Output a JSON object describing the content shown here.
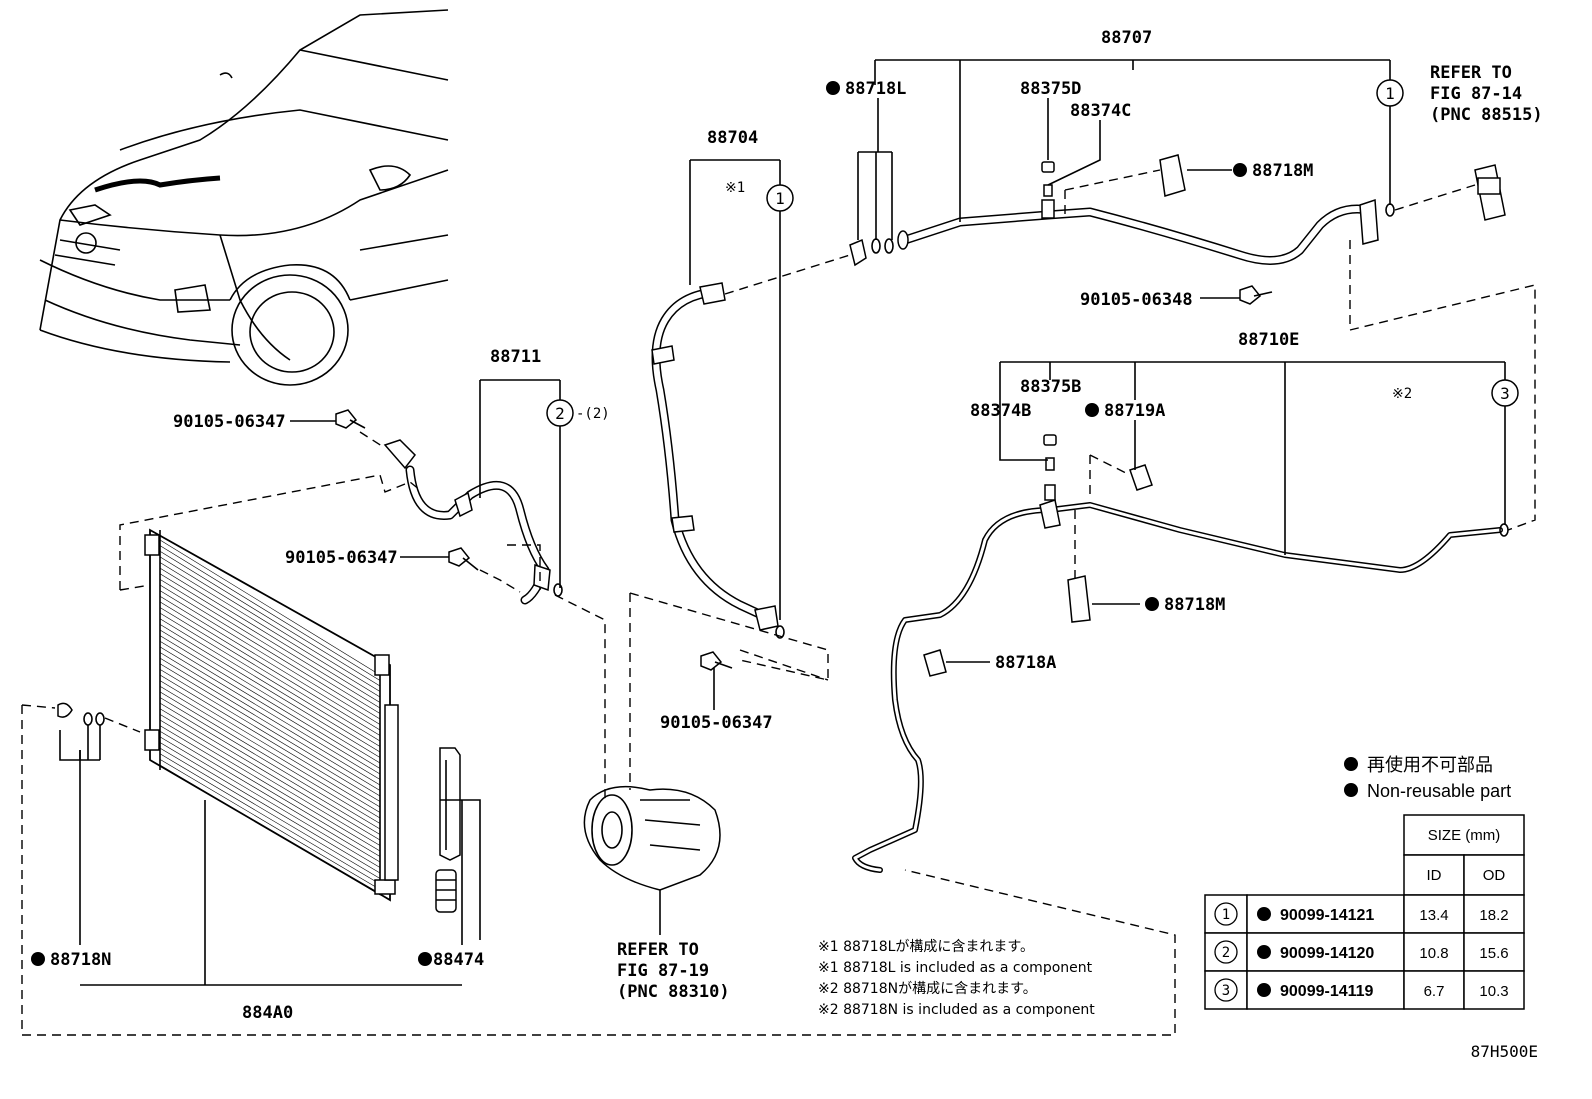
{
  "diagram_code": "87H500E",
  "part_labels": {
    "p88707": "88707",
    "p88718L": "88718L",
    "p88375D": "88375D",
    "p88374C": "88374C",
    "p88718M_top": "88718M",
    "p88704": "88704",
    "note_mark_1": "※1",
    "p90105_06348": "90105-06348",
    "p88710E": "88710E",
    "p88375B": "88375B",
    "p88374B": "88374B",
    "p88719A": "88719A",
    "note_mark_2": "※2",
    "p88711": "88711",
    "p90105_06347_a": "90105-06347",
    "p90105_06347_b": "90105-06347",
    "p90105_06347_c": "90105-06347",
    "qty_2": "-(2)",
    "p88718M_mid": "88718M",
    "p88718A": "88718A",
    "p88718N": "88718N",
    "p88474": "88474",
    "p884A0": "884A0"
  },
  "circle_refs": {
    "c1_top": "1",
    "c1_mid": "1",
    "c2": "2",
    "c3": "3"
  },
  "refer_top": [
    "REFER TO",
    "FIG 87-14",
    "(PNC 88515)"
  ],
  "refer_bottom": [
    "REFER TO",
    "FIG 87-19",
    "(PNC 88310)"
  ],
  "notes": [
    "※1 88718Lが構成に含まれます。",
    "※1 88718L is included as a component",
    "※2 88718Nが構成に含まれます。",
    "※2 88718N is included as a component"
  ],
  "legend": {
    "jp": "再使用不可部品",
    "en": "Non-reusable part"
  },
  "size_table": {
    "size_header": "SIZE (mm)",
    "col_id": "ID",
    "col_od": "OD",
    "rows": [
      {
        "ref": "1",
        "part": "90099-14121",
        "id": "13.4",
        "od": "18.2"
      },
      {
        "ref": "2",
        "part": "90099-14120",
        "id": "10.8",
        "od": "15.6"
      },
      {
        "ref": "3",
        "part": "90099-14119",
        "id": "6.7",
        "od": "10.3"
      }
    ]
  }
}
